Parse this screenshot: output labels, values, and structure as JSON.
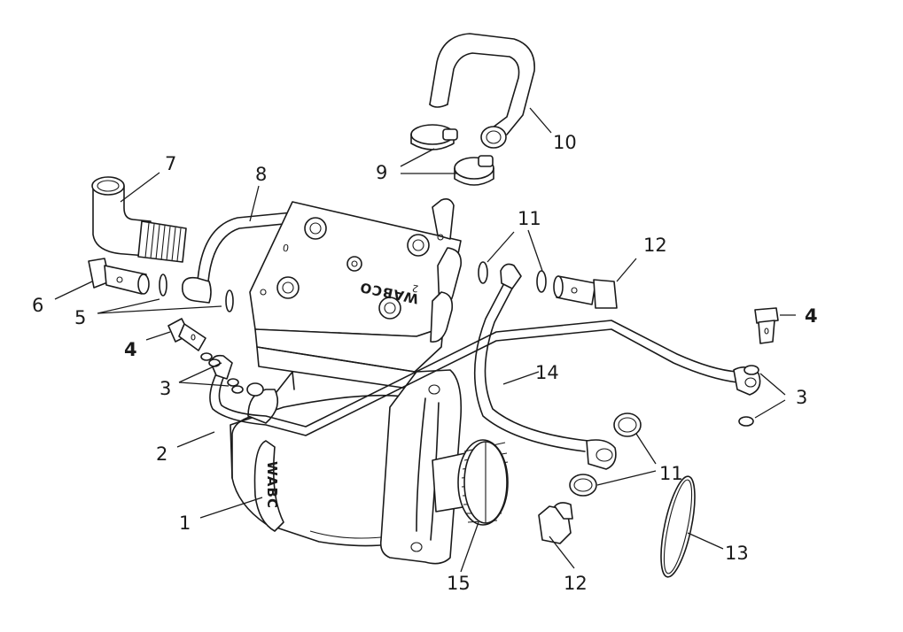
{
  "diagram": {
    "brand_cover": "WABCO",
    "brand_housing": "WABC",
    "port_marks": {
      "left": "0",
      "right": "2"
    },
    "callouts": {
      "c1": "1",
      "c2": "2",
      "c3_left": "3",
      "c3_right": "3",
      "c4_left": "4",
      "c4_right": "4",
      "c5": "5",
      "c6": "6",
      "c7": "7",
      "c8": "8",
      "c9": "9",
      "c10": "10",
      "c11_top": "11",
      "c11_bottom": "11",
      "c12_top": "12",
      "c12_bottom": "12",
      "c13": "13",
      "c14": "14",
      "c15": "15"
    }
  }
}
